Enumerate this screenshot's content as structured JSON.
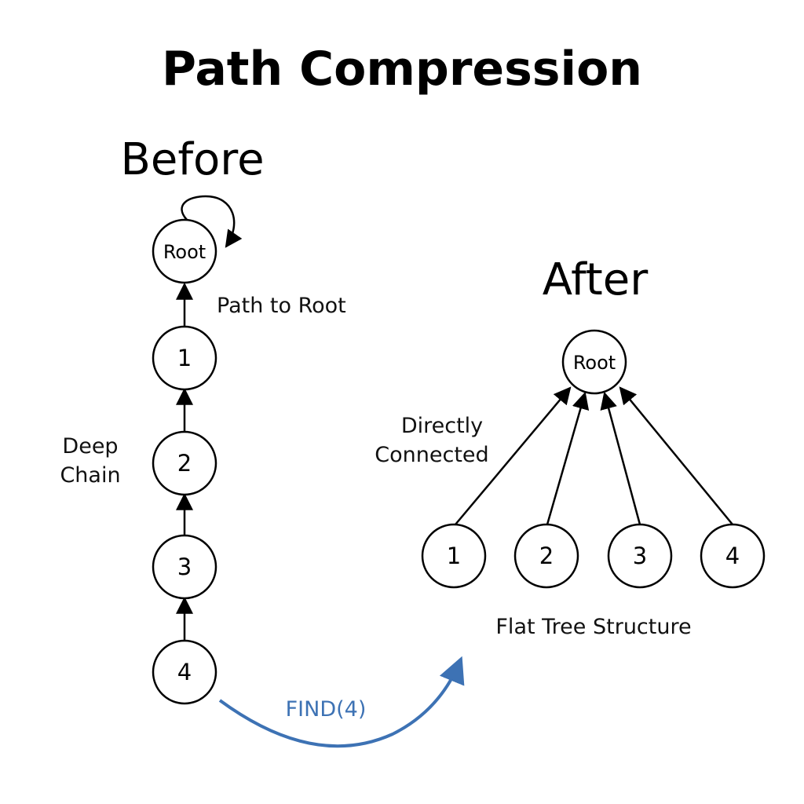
{
  "title": "Path Compression",
  "before": {
    "heading": "Before",
    "path_label": "Path to Root",
    "chain_label_line1": "Deep",
    "chain_label_line2": "Chain",
    "root_label": "Root",
    "nodes": [
      "1",
      "2",
      "3",
      "4"
    ]
  },
  "after": {
    "heading": "After",
    "connected_label_line1": "Directly",
    "connected_label_line2": "Connected",
    "structure_label": "Flat Tree Structure",
    "root_label": "Root",
    "nodes": [
      "1",
      "2",
      "3",
      "4"
    ]
  },
  "operation": {
    "label": "FIND(4)",
    "color": "#3d72b4"
  }
}
